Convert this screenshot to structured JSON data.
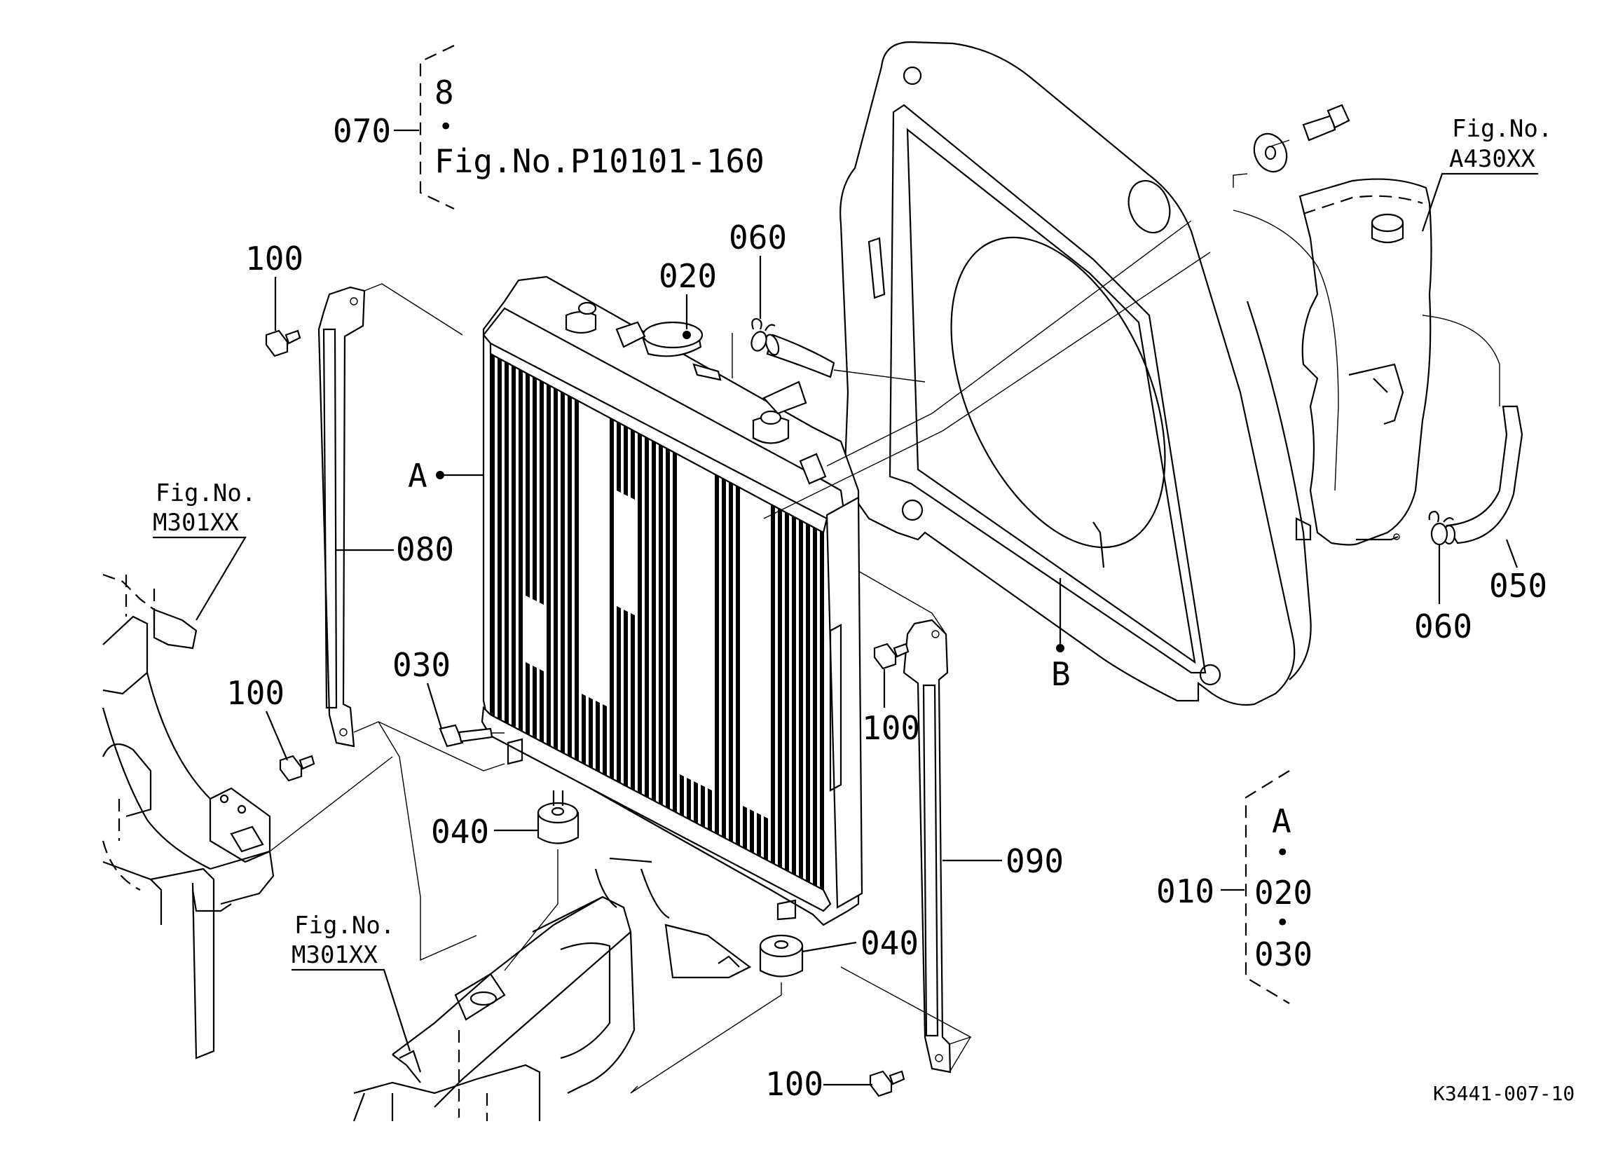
{
  "callouts": {
    "c070": "070",
    "c070_top": "8",
    "c070_dot": "•",
    "c070_ref": "Fig.No.P10101-160",
    "c100_a": "100",
    "c100_b": "100",
    "c100_c": "100",
    "c100_d": "100",
    "c020": "020",
    "c060_a": "060",
    "c060_b": "060",
    "cA": "A",
    "c080": "080",
    "c030": "030",
    "c040_a": "040",
    "c040_b": "040",
    "c090": "090",
    "c050": "050",
    "cB": "B",
    "c010": "010",
    "c010_a": "A",
    "c010_dot1": "•",
    "c010_020": "020",
    "c010_dot2": "•",
    "c010_030": "030"
  },
  "refs": {
    "fig_tank_label": "Fig.No.",
    "fig_tank_code": "A430XX",
    "fig_frame1_label": "Fig.No.",
    "fig_frame1_code": "M301XX",
    "fig_frame2_label": "Fig.No.",
    "fig_frame2_code": "M301XX"
  },
  "drawing_id": "K3441-007-10"
}
